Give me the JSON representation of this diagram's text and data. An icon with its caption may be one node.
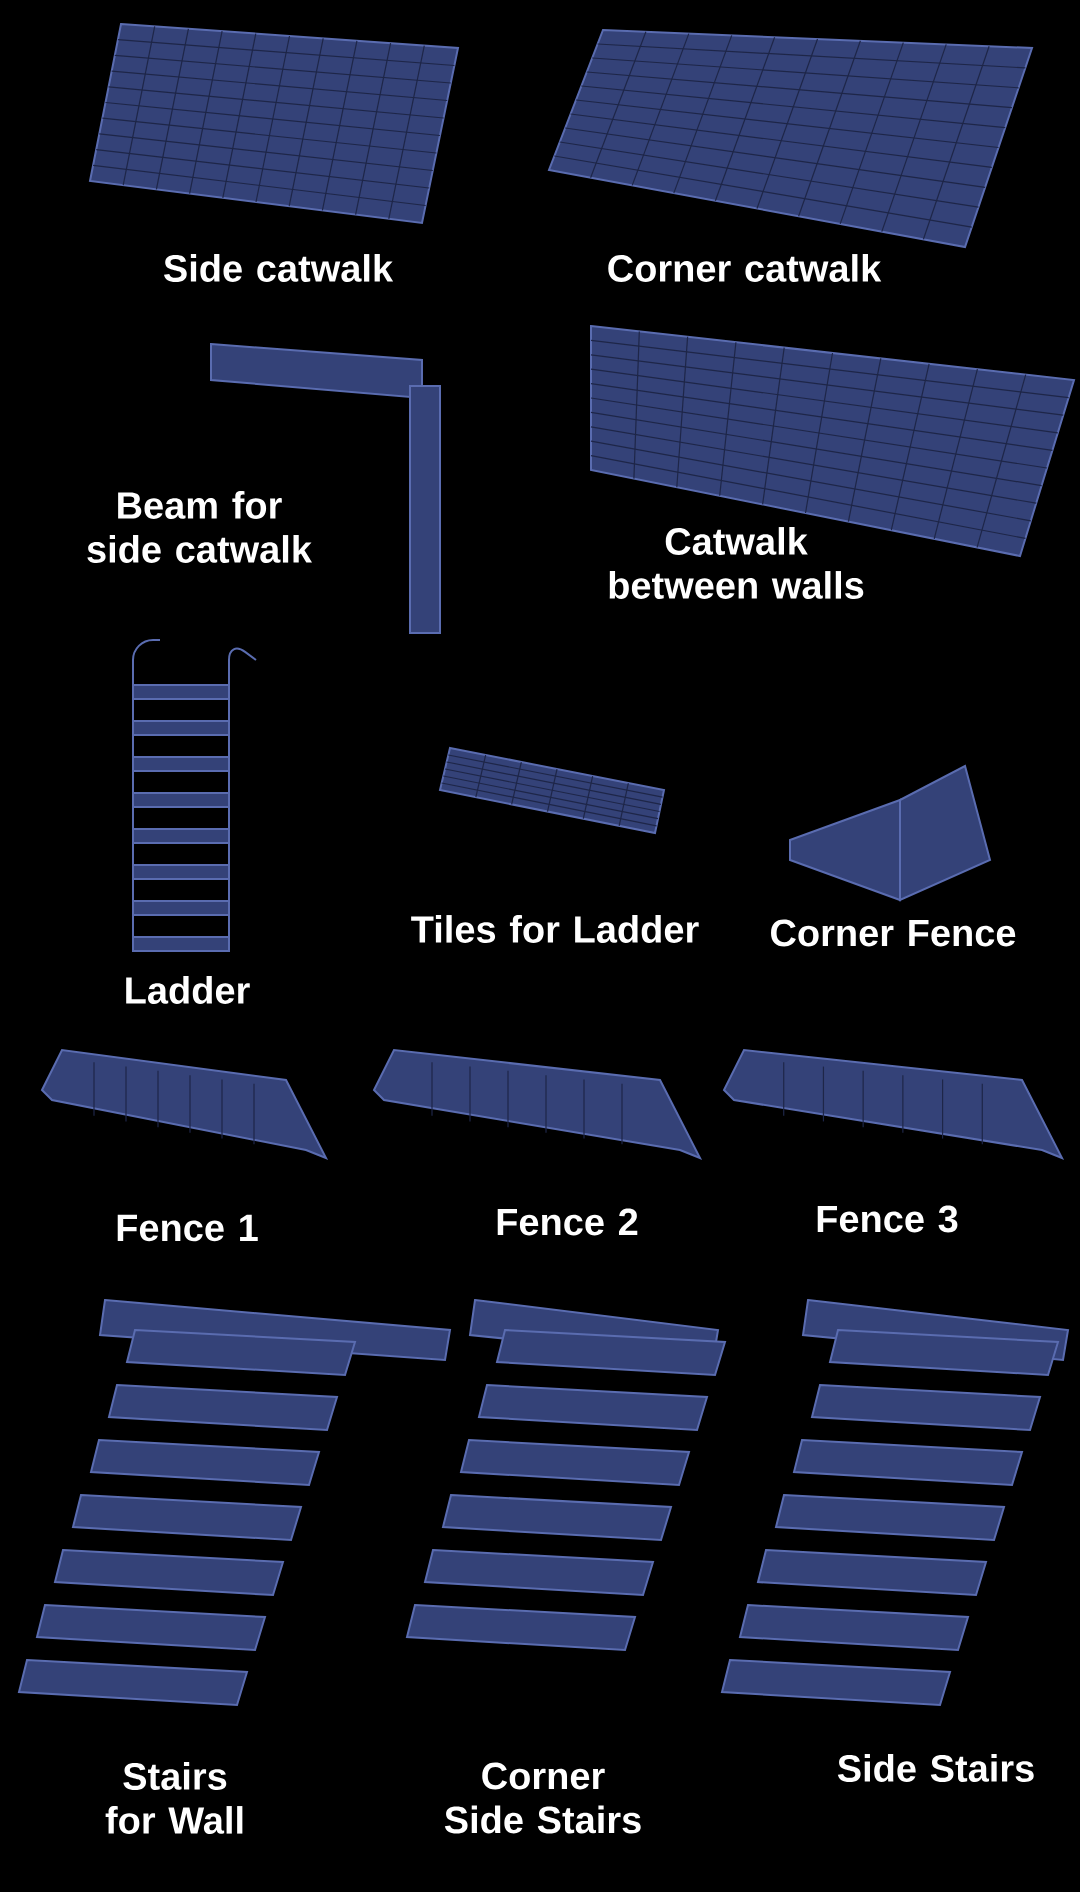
{
  "diagram": {
    "labels": [
      "Side catwalk",
      "Corner catwalk",
      "Beam for side catwalk",
      "Catwalk between walls",
      "Tiles for Ladder",
      "Corner Fence",
      "Ladder",
      "Fence 1",
      "Fence 2",
      "Fence 3",
      "Stairs for Wall",
      "Corner Side Stairs",
      "Side Stairs"
    ]
  }
}
